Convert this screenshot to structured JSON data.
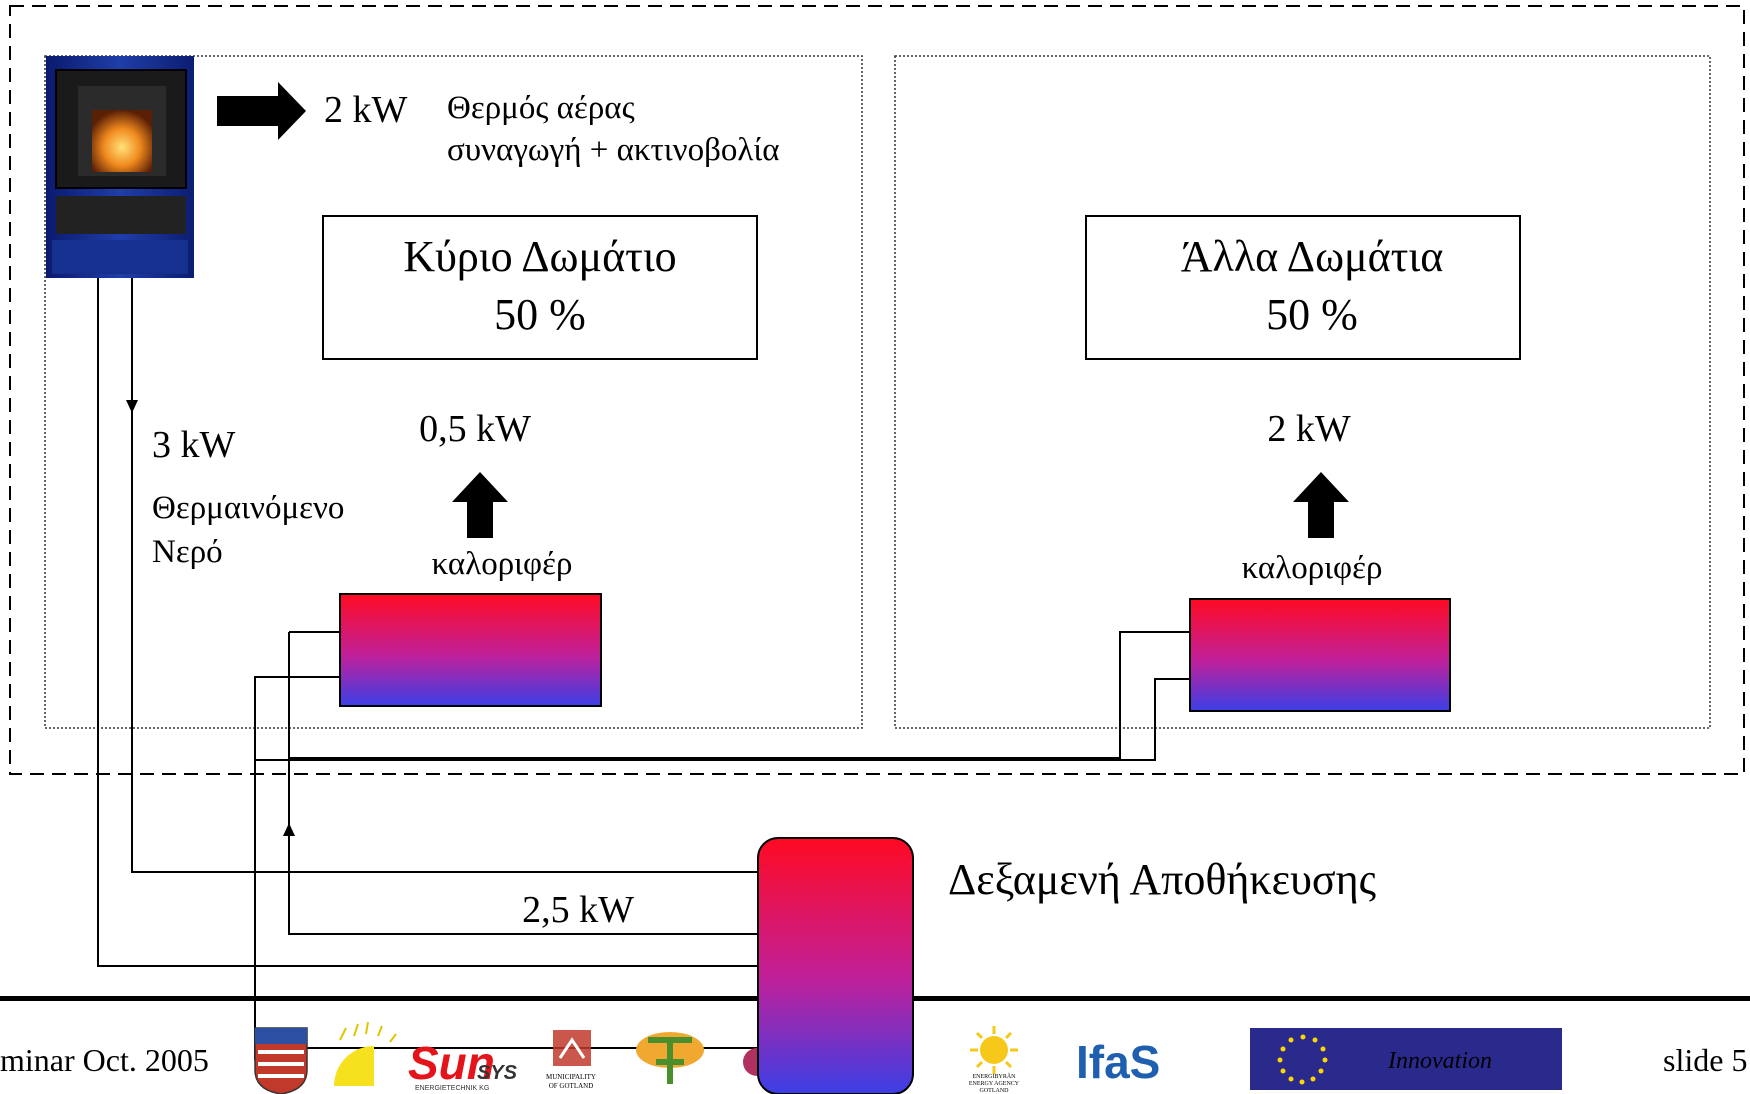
{
  "stove": {
    "air_power": "2 kW",
    "air_desc_line1": "Θερμός αέρας",
    "air_desc_line2": "συναγωγή + ακτινοβολία",
    "water_power": "3 kW",
    "water_desc_line1": "Θερμαινόμενο",
    "water_desc_line2": "Νερό"
  },
  "main_room": {
    "title": "Κύριο Δωμάτιο",
    "share": "50 %",
    "radiator_power": "0,5 kW",
    "radiator_label": "καλοριφέρ"
  },
  "other_rooms": {
    "title": "Άλλα Δωμάτια",
    "share": "50 %",
    "radiator_power": "2 kW",
    "radiator_label": "καλοριφέρ"
  },
  "storage": {
    "label": "Δεξαμενή Αποθήκευσης",
    "return_power": "2,5 kW"
  },
  "footer": {
    "left_text": "minar Oct. 2005",
    "right_text": "slide 5",
    "logos": {
      "sunsys": "Sun",
      "sunsys_small": "SYS",
      "sunsys_sub": "ENERGIETECHNIK KG",
      "gotland_line1": "MUNICIPALITY",
      "gotland_line2": "OF GOTLAND",
      "energy_agency_line1": "ENERGIBYRÅN",
      "energy_agency_line2": "ENERGY AGENCY",
      "energy_agency_line3": "GOTLAND",
      "ifas": "IfaS",
      "innovation": "Innovation"
    }
  },
  "colors": {
    "hot": "#ff0d2a",
    "cold": "#3a3ee0",
    "line": "#000000"
  }
}
